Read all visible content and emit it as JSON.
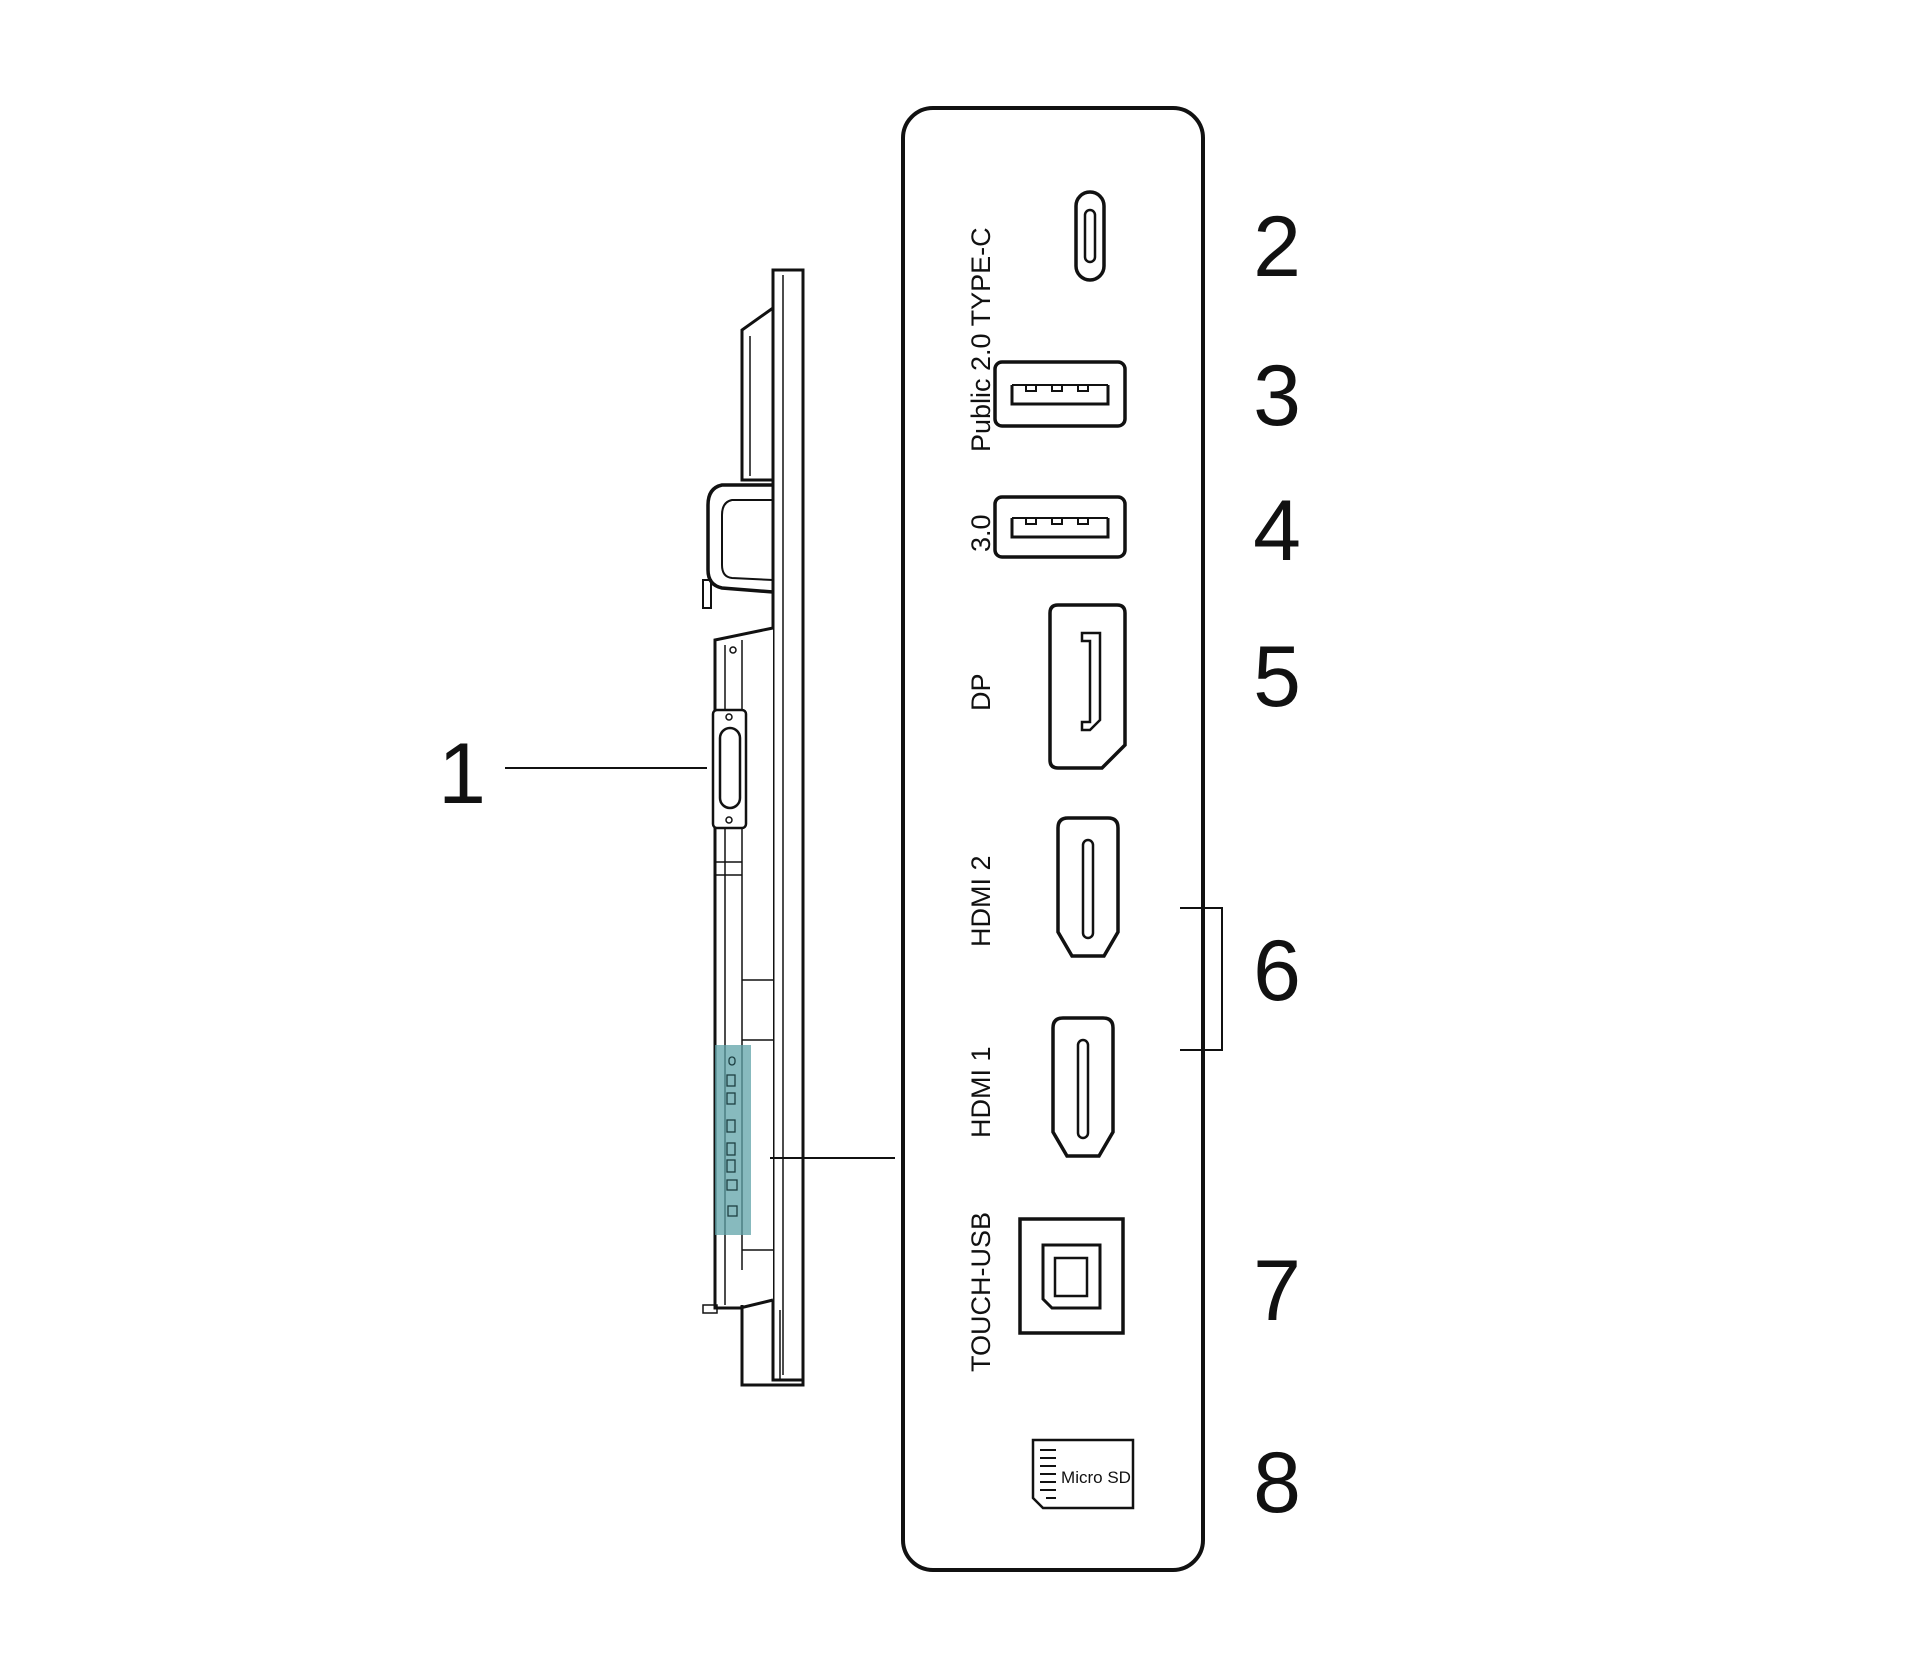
{
  "callouts": {
    "c1": "1",
    "c2": "2",
    "c3": "3",
    "c4": "4",
    "c5": "5",
    "c6": "6",
    "c7": "7",
    "c8": "8"
  },
  "port_labels": {
    "usb_group": "Public 2.0 TYPE-C",
    "usb3": "3.0",
    "dp": "DP",
    "hdmi2": "HDMI 2",
    "hdmi1": "HDMI 1",
    "touch_usb": "TOUCH-USB",
    "micro_sd": "Micro SD"
  },
  "colors": {
    "line": "#111111",
    "highlight": "#5fa3a8"
  }
}
